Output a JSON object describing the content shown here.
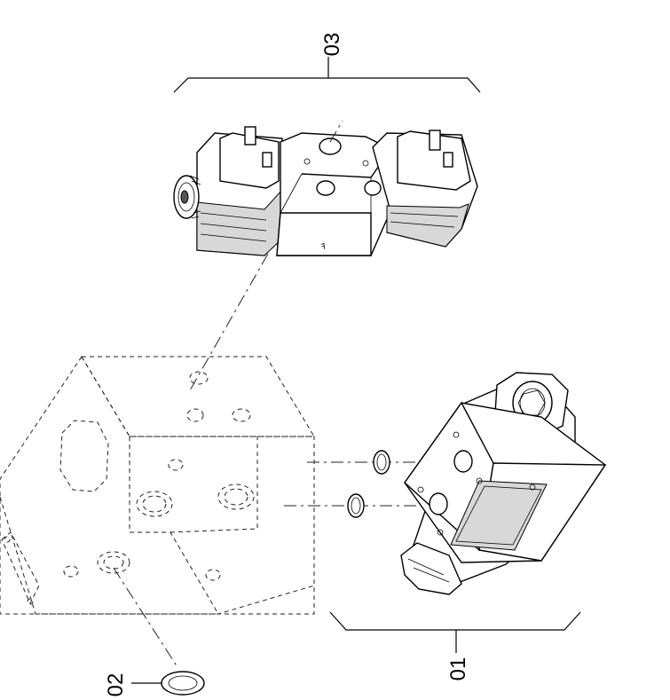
{
  "callouts": {
    "c01": "01",
    "c02": "02",
    "c03": "03"
  }
}
